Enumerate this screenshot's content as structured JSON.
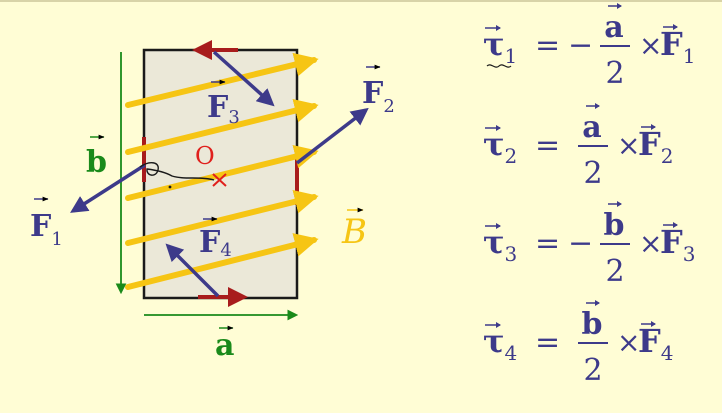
{
  "diagram": {
    "labels": {
      "b": "b",
      "a": "a",
      "B": "B",
      "F1": "F",
      "F1_sub": "1",
      "F2": "F",
      "F2_sub": "2",
      "F3": "F",
      "F3_sub": "3",
      "F4": "F",
      "F4_sub": "4",
      "O": "O"
    },
    "colors": {
      "background": "#fffdd5",
      "loop_fill": "#ebe8d8",
      "force_blue": "#3d3a8a",
      "field_yellow": "#f6c514",
      "wire_red": "#a81c1c",
      "dimension_green": "#1a8a1a",
      "origin_red": "#e0201c",
      "equation_blue": "#3d3a8a"
    }
  },
  "equations": [
    {
      "lhs": "τ",
      "lhs_sub": "1",
      "eq": "=",
      "sign": "−",
      "num": "a",
      "den": "2",
      "times": "×",
      "rhs": "F",
      "rhs_sub": "1"
    },
    {
      "lhs": "τ",
      "lhs_sub": "2",
      "eq": "=",
      "sign": "",
      "num": "a",
      "den": "2",
      "times": "×",
      "rhs": "F",
      "rhs_sub": "2"
    },
    {
      "lhs": "τ",
      "lhs_sub": "3",
      "eq": "=",
      "sign": "−",
      "num": "b",
      "den": "2",
      "times": "×",
      "rhs": "F",
      "rhs_sub": "3"
    },
    {
      "lhs": "τ",
      "lhs_sub": "4",
      "eq": "=",
      "sign": "",
      "num": "b",
      "den": "2",
      "times": "×",
      "rhs": "F",
      "rhs_sub": "4"
    }
  ]
}
